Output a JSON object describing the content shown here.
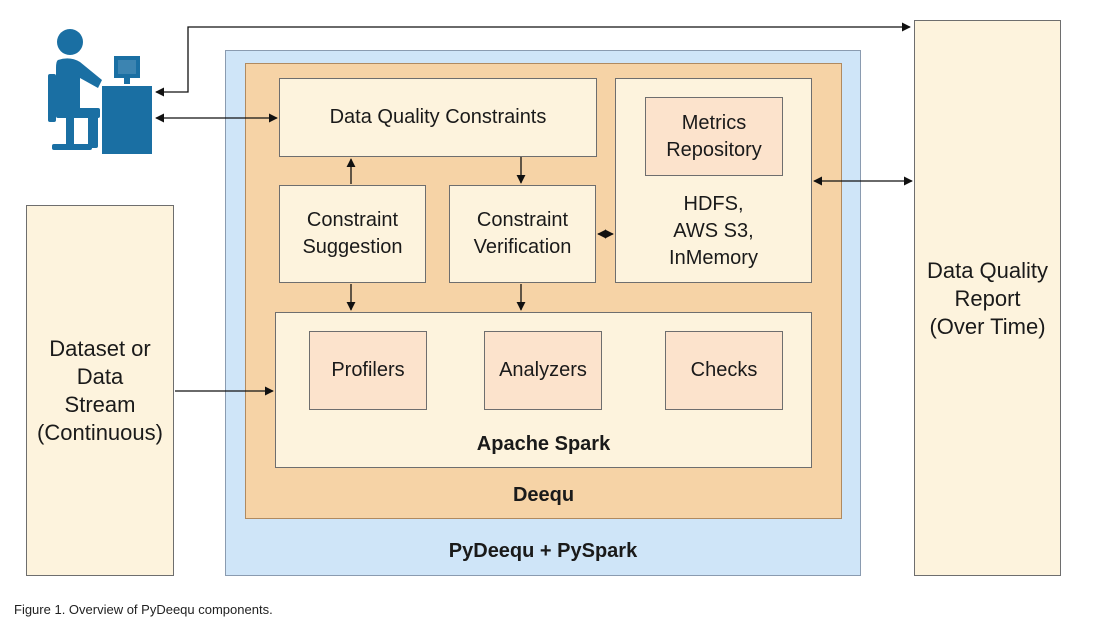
{
  "outer": {
    "label": "PyDeequ + PySpark"
  },
  "deequ": {
    "label": "Deequ"
  },
  "constraints": {
    "label": "Data Quality Constraints"
  },
  "suggestion": {
    "line1": "Constraint",
    "line2": "Suggestion"
  },
  "verification": {
    "line1": "Constraint",
    "line2": "Verification"
  },
  "storage": {
    "repo_line1": "Metrics",
    "repo_line2": "Repository",
    "line1": "HDFS,",
    "line2": "AWS S3,",
    "line3": "InMemory"
  },
  "spark": {
    "label": "Apache Spark",
    "components": [
      "Profilers",
      "Analyzers",
      "Checks"
    ]
  },
  "dataset": {
    "line1": "Dataset or",
    "line2": "Data",
    "line3": "Stream",
    "line4": "(Continuous)"
  },
  "report": {
    "line1": "Data Quality",
    "line2": "Report",
    "line3": "(Over Time)"
  },
  "caption": "Figure 1. Overview of PyDeequ components.",
  "colors": {
    "outer_fill": "#cfe5f8",
    "deequ_fill": "#f6d3a6",
    "box_fill": "#fdf3dd",
    "inner_fill": "#fce3cc",
    "user_icon": "#1a6fa3"
  },
  "icons": {
    "user": "user-at-computer-icon"
  }
}
